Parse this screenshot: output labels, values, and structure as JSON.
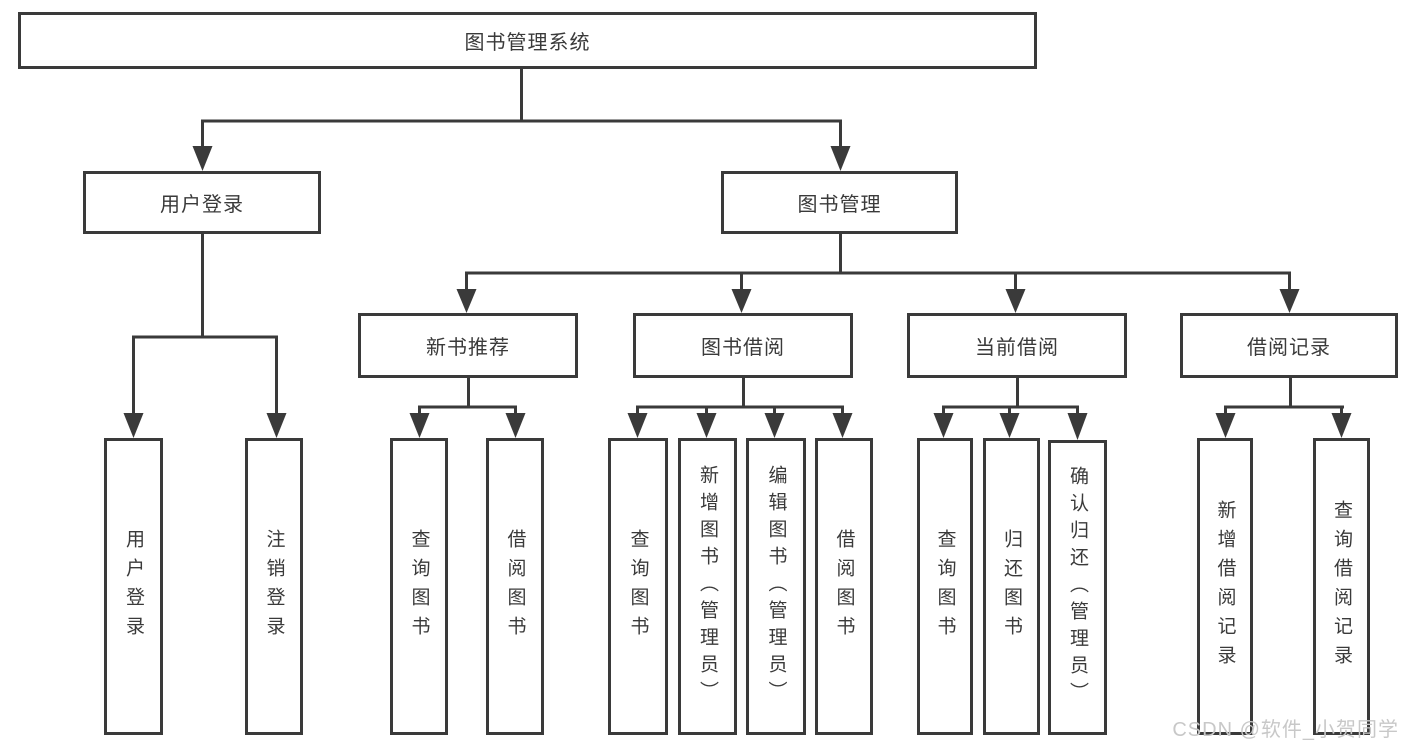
{
  "tree": {
    "root": {
      "label": "图书管理系统"
    },
    "branches": [
      {
        "label": "用户登录",
        "children": [
          {
            "label": "用户登录"
          },
          {
            "label": "注销登录"
          }
        ]
      },
      {
        "label": "图书管理",
        "children": [
          {
            "label": "新书推荐",
            "children": [
              {
                "label": "查询图书"
              },
              {
                "label": "借阅图书"
              }
            ]
          },
          {
            "label": "图书借阅",
            "children": [
              {
                "label": "查询图书"
              },
              {
                "label": "新增图书（管理员）"
              },
              {
                "label": "编辑图书（管理员）"
              },
              {
                "label": "借阅图书"
              }
            ]
          },
          {
            "label": "当前借阅",
            "children": [
              {
                "label": "查询图书"
              },
              {
                "label": "归还图书"
              },
              {
                "label": "确认归还（管理员）"
              }
            ]
          },
          {
            "label": "借阅记录",
            "children": [
              {
                "label": "新增借阅记录"
              },
              {
                "label": "查询借阅记录"
              }
            ]
          }
        ]
      }
    ]
  },
  "watermark": "CSDN @软件_小贺同学",
  "colors": {
    "line": "#3a3a3a",
    "text": "#3a3a3a",
    "watermark": "#c8c8c8",
    "background": "#ffffff"
  }
}
